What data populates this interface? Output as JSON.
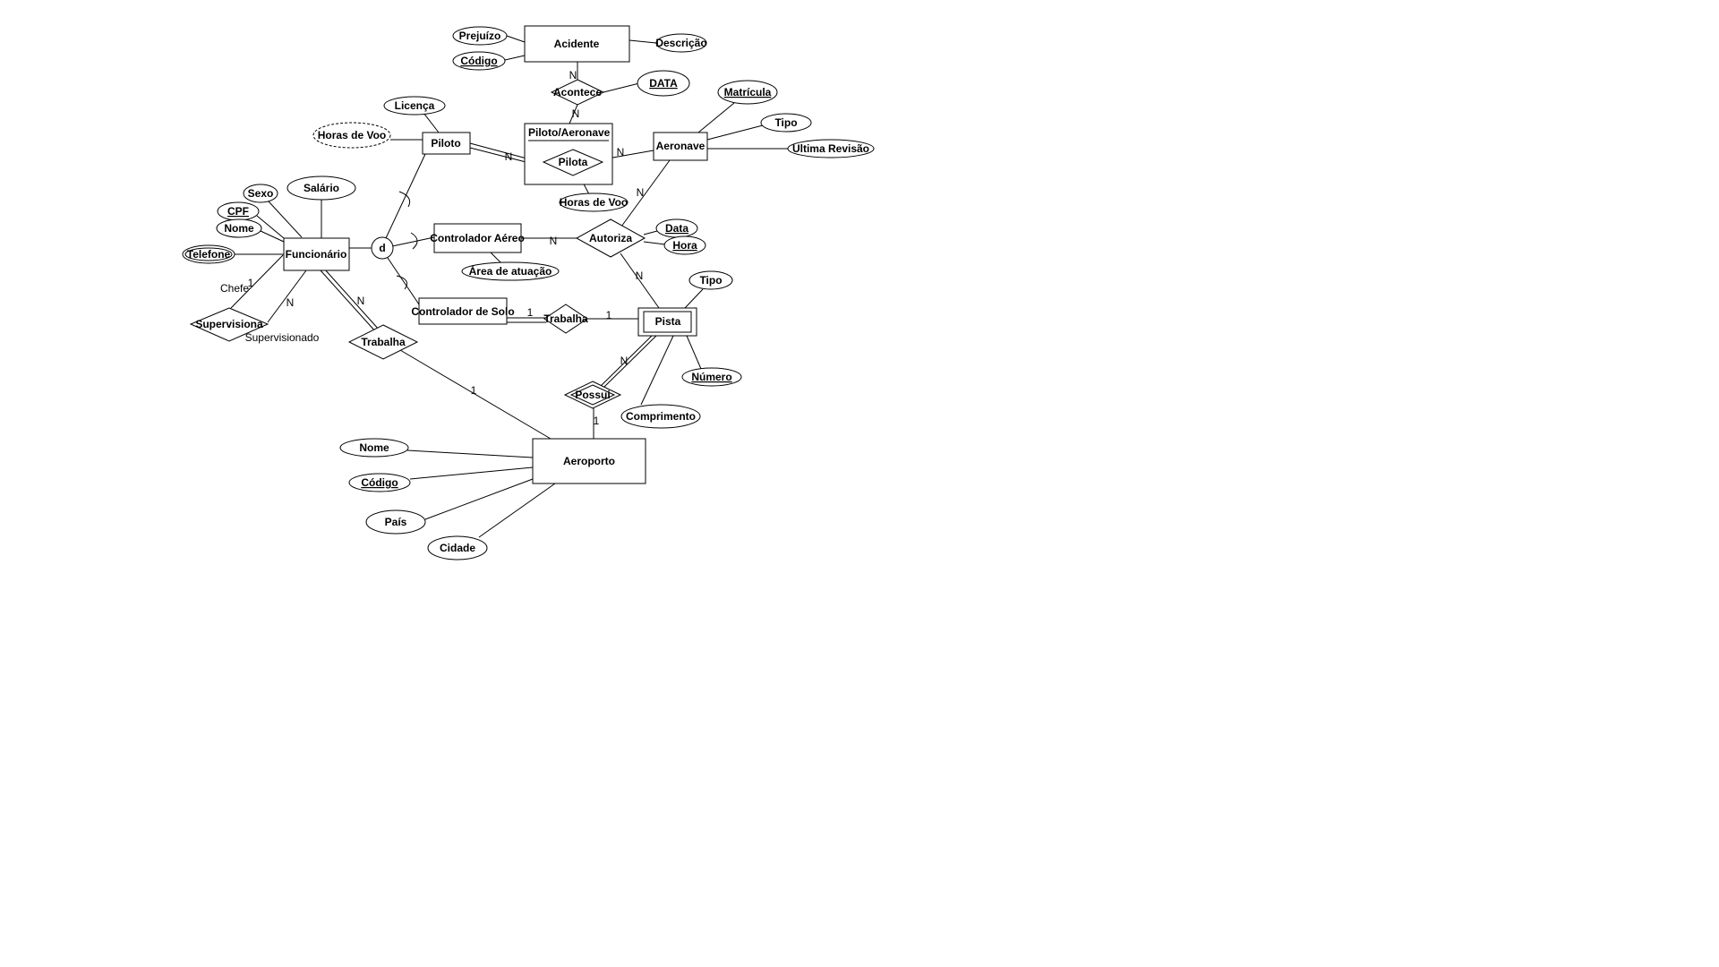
{
  "diagram": {
    "entities": {
      "acidente": "Acidente",
      "piloto": "Piloto",
      "aeronave": "Aeronave",
      "funcionario": "Funcionário",
      "controlador_aereo": "Controlador Aéreo",
      "controlador_solo": "Controlador de Solo",
      "pista": "Pista",
      "aeroporto": "Aeroporto",
      "aggregation": "Piloto/Aeronave"
    },
    "relationships": {
      "acontece": "Acontece",
      "pilota": "Pilota",
      "autoriza": "Autoriza",
      "supervisiona": "Supervisiona",
      "trabalha_funcionario": "Trabalha",
      "trabalha_solo": "Trabalha",
      "possui": "Possui"
    },
    "specialization_symbol": "d",
    "attributes": {
      "prejuizo": "Prejuízo",
      "codigo_acidente": "Código",
      "descricao": "Descrição",
      "data_acontece": "DATA",
      "licenca": "Licença",
      "horas_voo_piloto": "Horas de Voo",
      "horas_voo_pilota": "Horas de Voo",
      "matricula": "Matrícula",
      "tipo_aeronave": "Tipo",
      "ultima_revisao": "Ultima Revisão",
      "sexo": "Sexo",
      "salario": "Salário",
      "cpf": "CPF",
      "nome_funcionario": "Nome",
      "telefone": "Telefone",
      "area_atuacao": "Área de atuação",
      "data_autoriza": "Data",
      "hora": "Hora",
      "tipo_pista": "Tipo",
      "numero": "Número",
      "comprimento": "Comprimento",
      "nome_aeroporto": "Nome",
      "codigo_aeroporto": "Código",
      "pais": "País",
      "cidade": "Cidade"
    },
    "labels": {
      "acontece_top": "N",
      "acontece_bottom": "N",
      "pilota_piloto": "N",
      "pilota_aeronave": "N",
      "autoriza_aeronave": "N",
      "autoriza_controlador": "N",
      "autoriza_pista": "N",
      "supervisiona_chefe_card": "1",
      "supervisiona_chefe_role": "Chefe",
      "supervisiona_n": "N",
      "supervisiona_role": "Supervisionado",
      "trabalha_funcionario_n": "N",
      "trabalha_aeroporto_1": "1",
      "trabalha_solo_1": "1",
      "trabalha_pista_1": "1",
      "possui_pista_n": "N",
      "possui_aeroporto_1": "1"
    }
  }
}
